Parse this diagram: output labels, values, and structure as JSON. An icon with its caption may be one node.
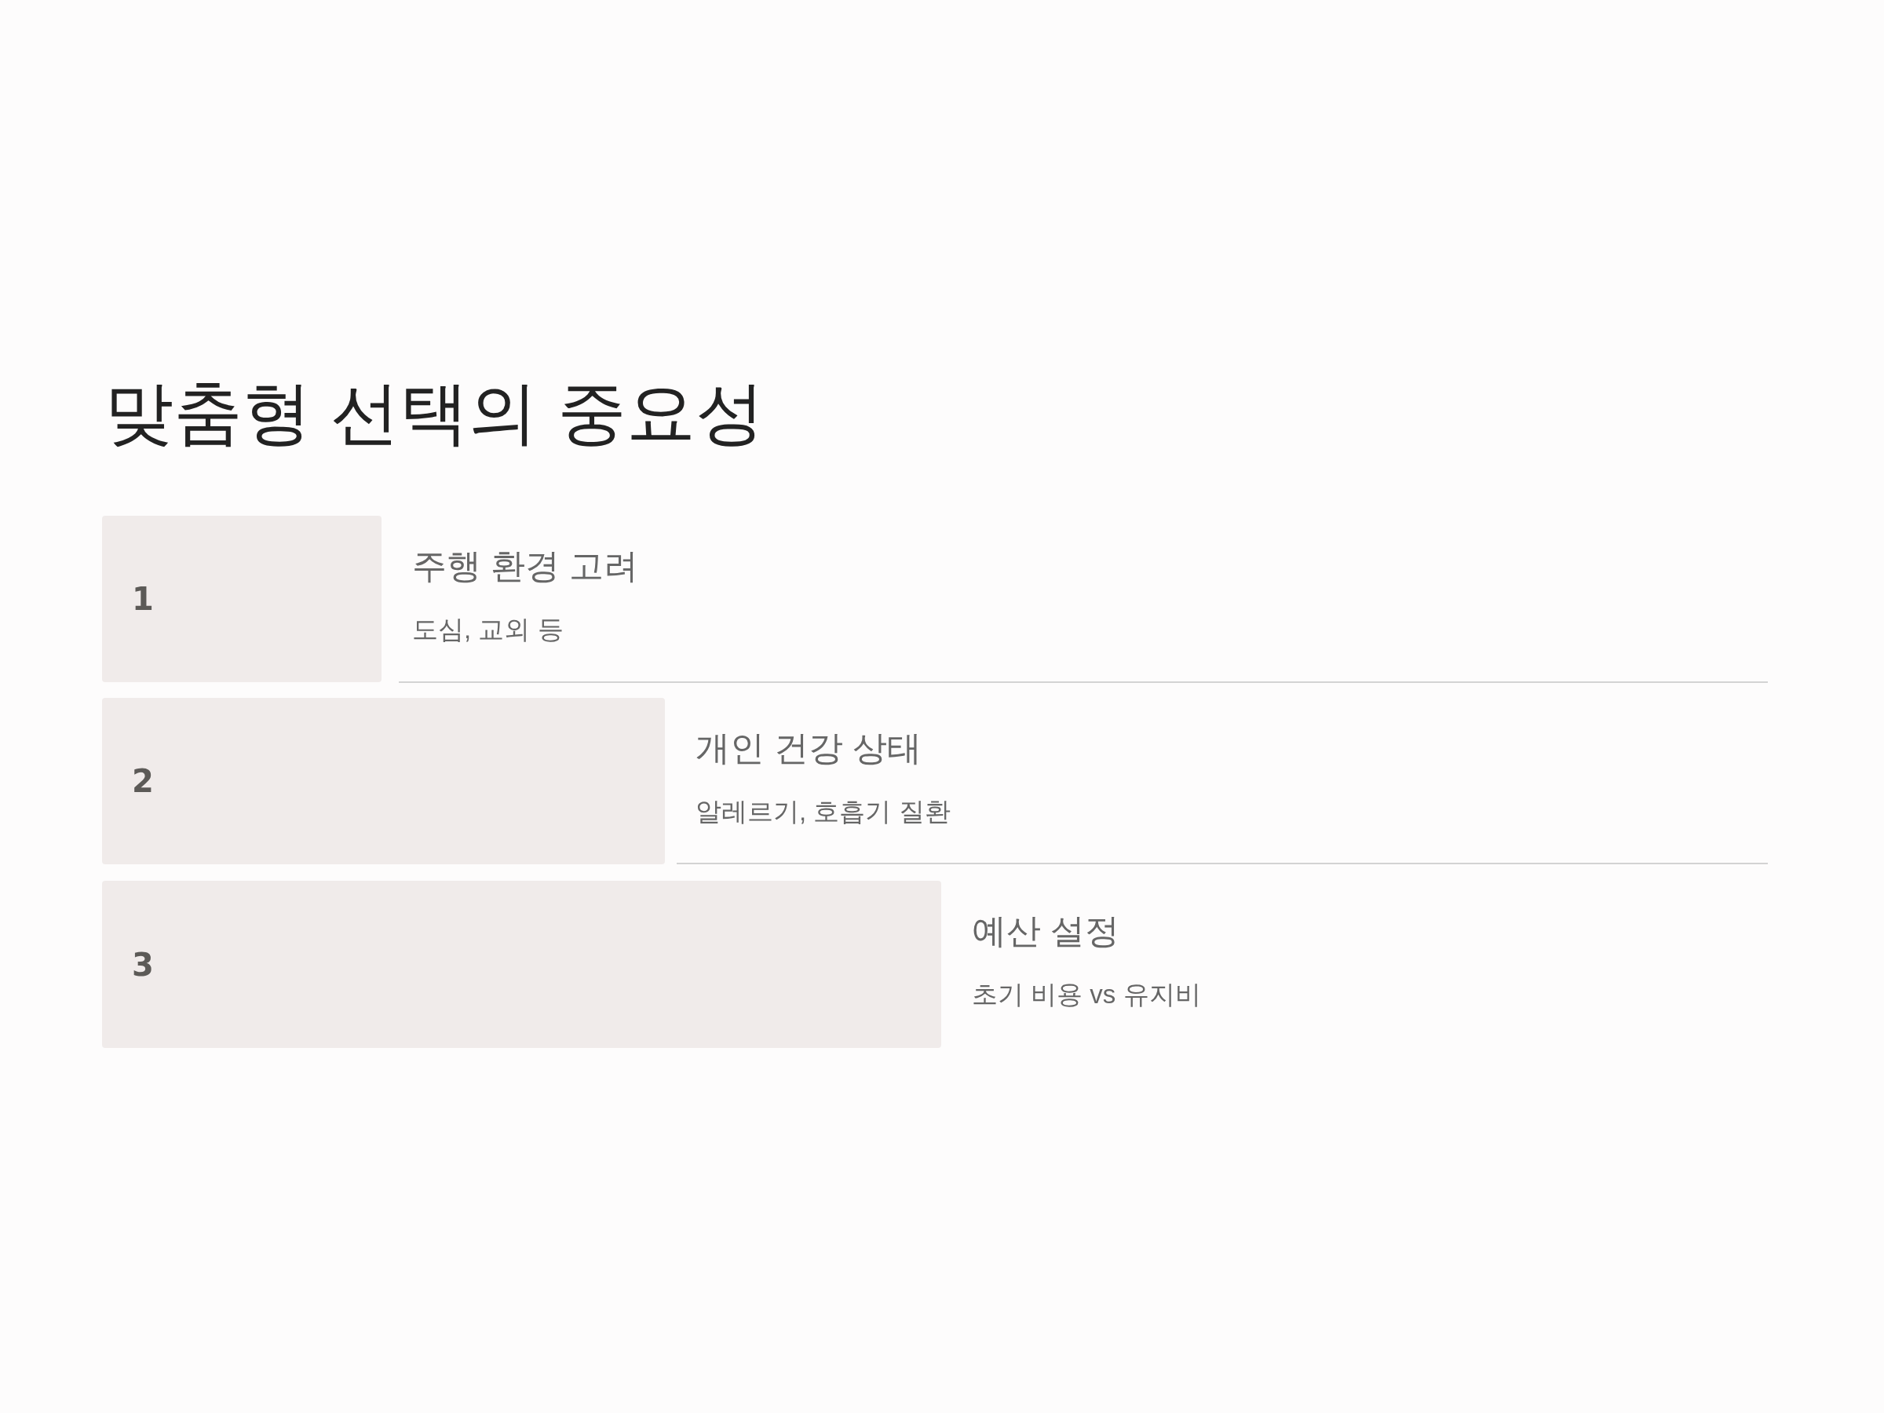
{
  "diagram": {
    "title": "맞춤형 선택의 중요성",
    "nodes": [
      {
        "text": [
          "1"
        ],
        "beside": [
          "주행 환경 고려",
          "도심, 교외 등"
        ]
      },
      {
        "text": [
          "2"
        ],
        "beside": [
          "개인 건강 상태",
          "알레르기, 호흡기 질환"
        ]
      },
      {
        "text": [
          "3"
        ],
        "beside": [
          "예산 설정",
          "초기 비용 vs 유지비"
        ]
      }
    ],
    "edges": []
  }
}
